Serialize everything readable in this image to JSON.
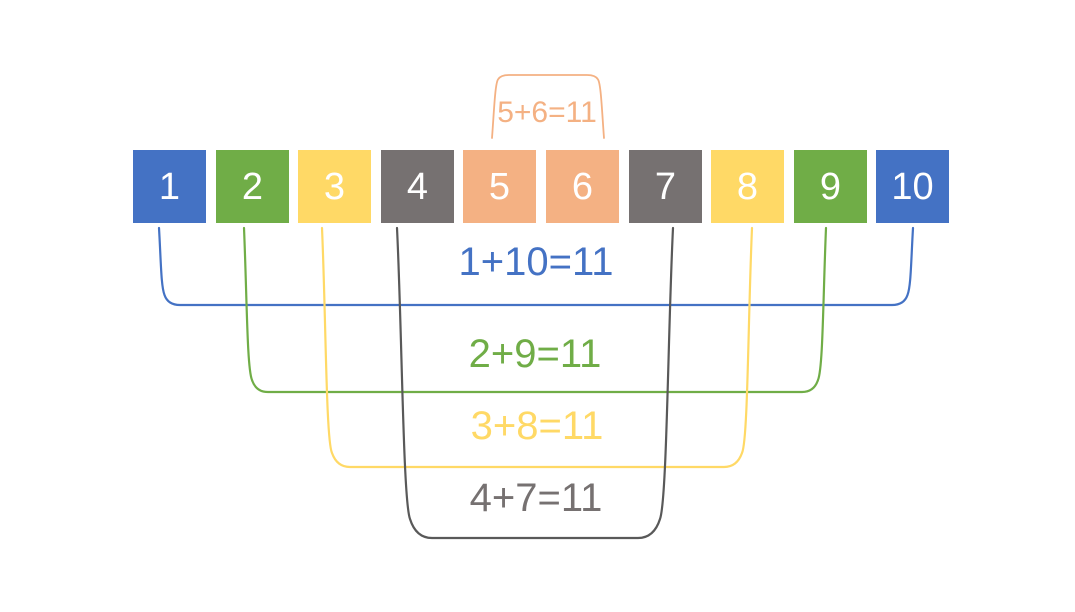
{
  "canvas": {
    "background": "#ffffff"
  },
  "number_row": {
    "text_color": "#ffffff",
    "boxes": [
      {
        "value": "1",
        "color": "#4472C4"
      },
      {
        "value": "2",
        "color": "#70AD47"
      },
      {
        "value": "3",
        "color": "#FFD966"
      },
      {
        "value": "4",
        "color": "#767171"
      },
      {
        "value": "5",
        "color": "#F4B183"
      },
      {
        "value": "6",
        "color": "#F4B183"
      },
      {
        "value": "7",
        "color": "#767171"
      },
      {
        "value": "8",
        "color": "#FFD966"
      },
      {
        "value": "9",
        "color": "#70AD47"
      },
      {
        "value": "10",
        "color": "#4472C4"
      }
    ]
  },
  "pairs": [
    {
      "label": "5+6=11",
      "addends": [
        5,
        6
      ],
      "sum": 11,
      "color": "#F4B183",
      "line_color": "#F4B183",
      "position": "above"
    },
    {
      "label": "1+10=11",
      "addends": [
        1,
        10
      ],
      "sum": 11,
      "color": "#4472C4",
      "line_color": "#4472C4",
      "position": "below"
    },
    {
      "label": "2+9=11",
      "addends": [
        2,
        9
      ],
      "sum": 11,
      "color": "#70AD47",
      "line_color": "#70AD47",
      "position": "below"
    },
    {
      "label": "3+8=11",
      "addends": [
        3,
        8
      ],
      "sum": 11,
      "color": "#FFD966",
      "line_color": "#FFD966",
      "position": "below"
    },
    {
      "label": "4+7=11",
      "addends": [
        4,
        7
      ],
      "sum": 11,
      "color": "#767171",
      "line_color": "#595959",
      "position": "below"
    }
  ]
}
